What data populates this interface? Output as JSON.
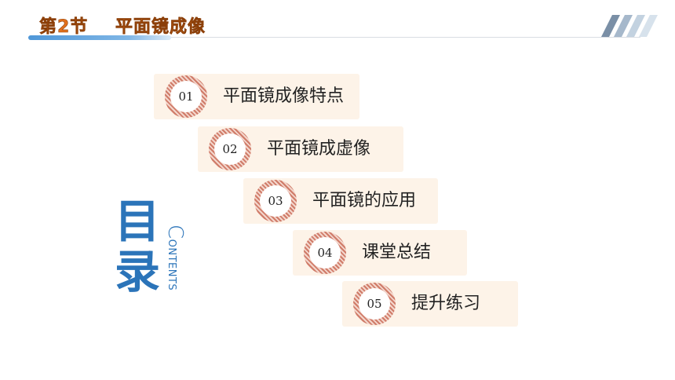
{
  "header": {
    "section": "第2节",
    "title": "平面镜成像"
  },
  "toc": {
    "title_char_1": "目",
    "title_char_2": "录",
    "contents_first": "C",
    "contents_rest": "ONTENTS"
  },
  "items": [
    {
      "number": "01",
      "label": "平面镜成像特点"
    },
    {
      "number": "02",
      "label": "平面镜成虚像"
    },
    {
      "number": "03",
      "label": "平面镜的应用"
    },
    {
      "number": "04",
      "label": "课堂总结"
    },
    {
      "number": "05",
      "label": "提升练习"
    }
  ],
  "colors": {
    "title_orange": "#e2711d",
    "accent_blue": "#2b74b9",
    "item_bg": "#fdf3e8",
    "badge_stripe": "#d07c69"
  }
}
